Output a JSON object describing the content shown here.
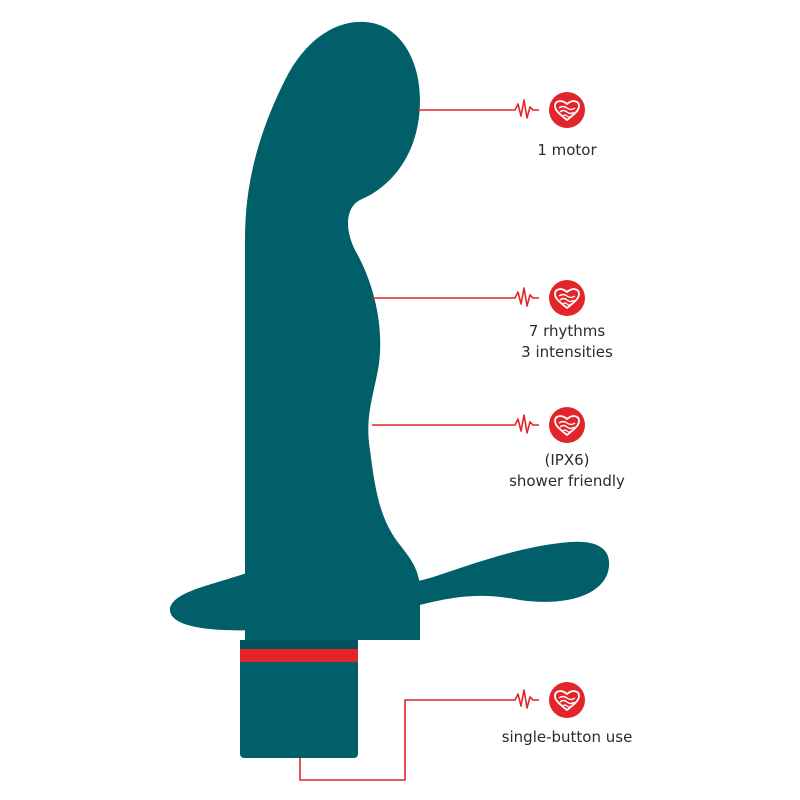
{
  "colors": {
    "body": "#005f69",
    "body_shade": "#00535c",
    "accent": "#e2252b",
    "line": "#e2252b",
    "text": "#2b2b2b"
  },
  "icons": {
    "callout_marker": "heart-waves-icon",
    "signal_pulse": "heartbeat-pulse-icon"
  },
  "features": [
    {
      "lines": [
        "1 motor"
      ]
    },
    {
      "lines": [
        "7 rhythms",
        "3 intensities"
      ]
    },
    {
      "lines": [
        "(IPX6)",
        "shower friendly"
      ]
    },
    {
      "lines": [
        "single-button use"
      ]
    }
  ]
}
